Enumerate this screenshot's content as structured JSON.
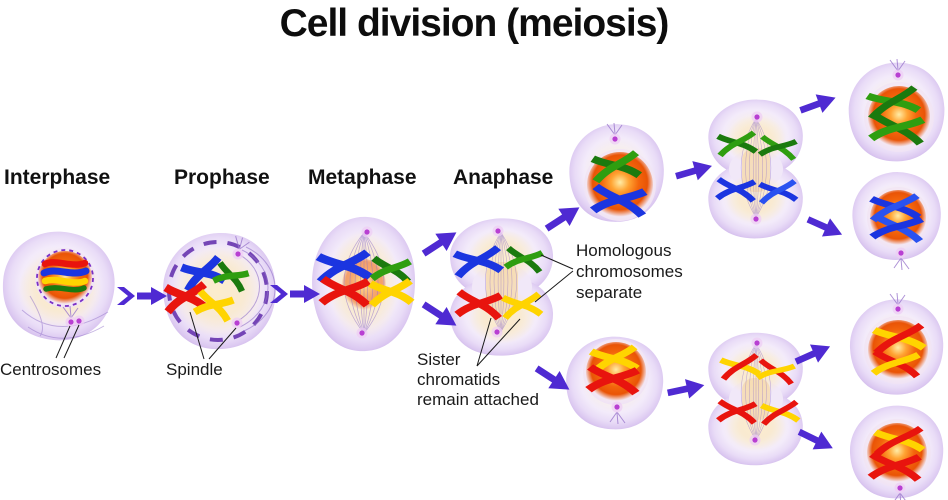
{
  "title": "Cell division (meiosis)",
  "stages": [
    {
      "label": "Interphase"
    },
    {
      "label": "Prophase"
    },
    {
      "label": "Metaphase"
    },
    {
      "label": "Anaphase"
    }
  ],
  "annotations": {
    "centrosomes": "Centrosomes",
    "spindle": "Spindle",
    "homologous_lines": [
      "Homologous",
      "chromosomes",
      "separate"
    ],
    "sister_lines": [
      "Sister",
      "chromatids",
      "remain attached"
    ]
  },
  "colors": {
    "background": "#ffffff",
    "text": "#141414",
    "arrow": "#4f2ad2",
    "cell_membrane": "#cfb7ea",
    "cytoplasm": "#fbeccd",
    "nucleus_glow": "#f3650c",
    "chromosome_red": "#e8140e",
    "chromosome_blue": "#1b35e0",
    "chromosome_green": "#1b7a0e",
    "chromosome_green_light": "#3db514",
    "chromosome_yellow": "#ffd400",
    "centrosome": "#b83fd2",
    "spindle_fiber": "#9070c8",
    "nuclear_envelope": "#5f2aaa"
  }
}
